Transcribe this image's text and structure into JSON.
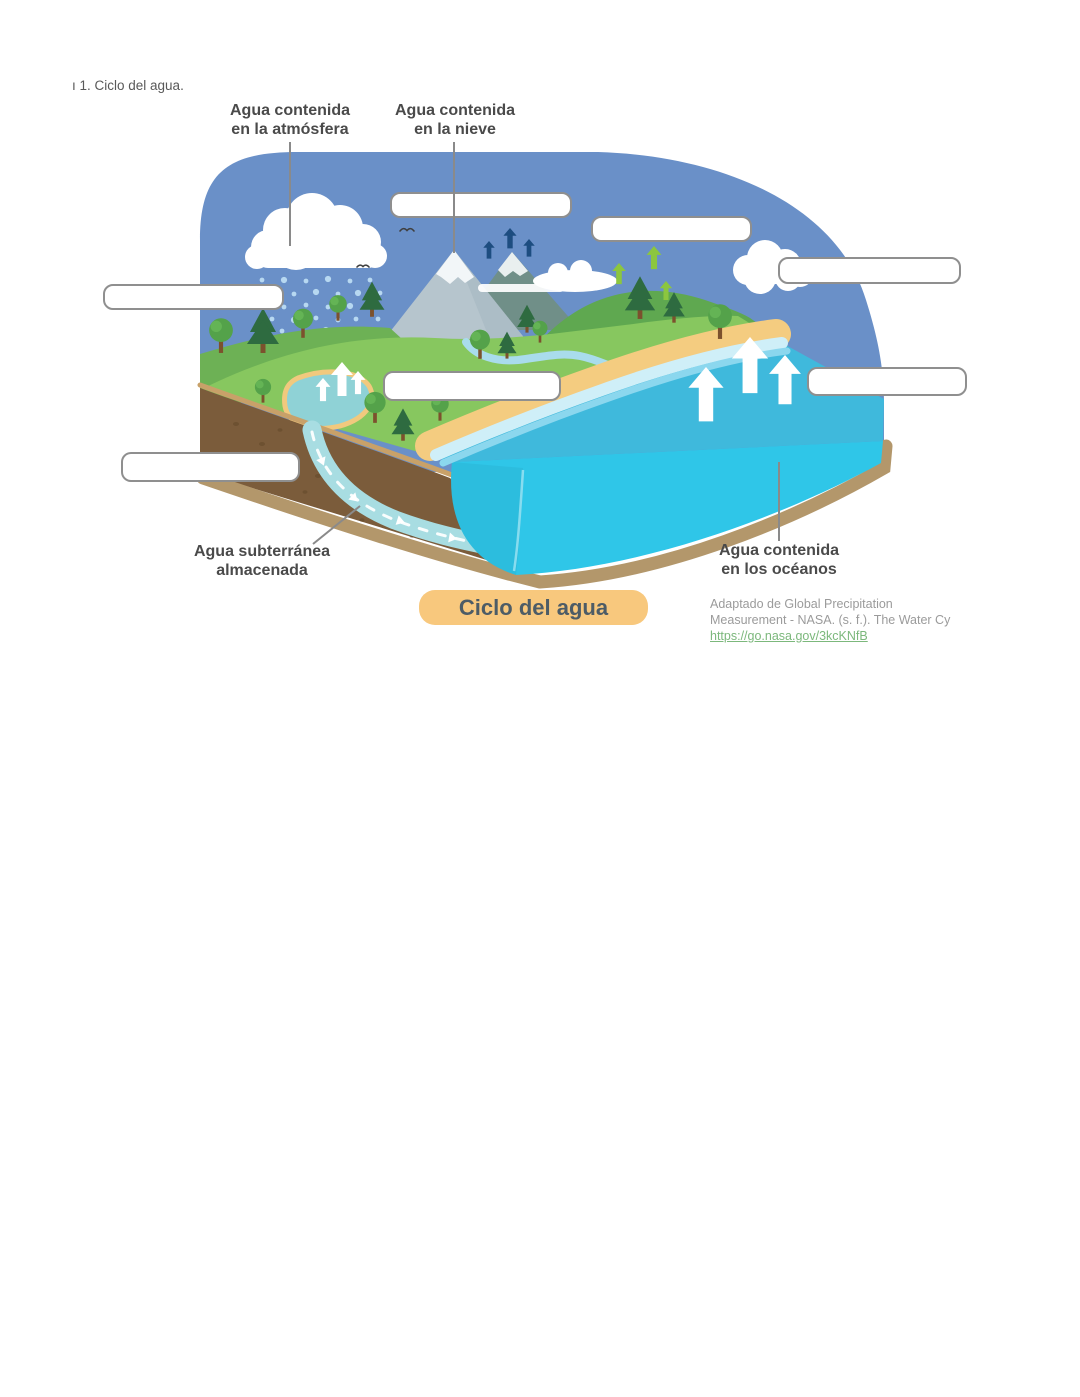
{
  "page": {
    "caption": "ı 1. Ciclo del agua."
  },
  "diagram": {
    "title_badge": "Ciclo del agua",
    "labels": {
      "atmosphere": {
        "line1": "Agua contenida",
        "line2": "en la atmósfera"
      },
      "snow": {
        "line1": "Agua contenida",
        "line2": "en la nieve"
      },
      "groundwater": {
        "line1": "Agua subterránea",
        "line2": "almacenada"
      },
      "oceans": {
        "line1": "Agua contenida",
        "line2": "en los océanos"
      }
    },
    "blanks": [
      {
        "id": 1,
        "value": ""
      },
      {
        "id": 2,
        "value": ""
      },
      {
        "id": 3,
        "value": ""
      },
      {
        "id": 4,
        "value": ""
      },
      {
        "id": 5,
        "value": ""
      },
      {
        "id": 6,
        "value": ""
      },
      {
        "id": 7,
        "value": ""
      }
    ]
  },
  "attribution": {
    "line1": "Adaptado de Global Precipitation",
    "line2": "Measurement - NASA. (s. f.). The Water Cy",
    "link": "https://go.nasa.gov/3kcKNfB"
  },
  "palette": {
    "sky": "#6a90c8",
    "cloud": "#ffffff",
    "rain": "#b7d8f1",
    "mtn": "#b6c5cd",
    "mtnBack": "#708f88",
    "snow": "#f2f6f8",
    "hillBack": "#5fa850",
    "hillLeft": "#6db155",
    "land": "#87c75f",
    "beach": "#f4cc80",
    "wave1": "#cfeff8",
    "wave2": "#8bd7ee",
    "oceanTop": "#3fb9dc",
    "oceanFront": "#2fc6e8",
    "seafloor": "#b3976b",
    "soil": "#7b5c3b",
    "groundwater": "#a8dde2",
    "lake": "#8fd2d6",
    "lakeRim": "#f1c97e",
    "river": "#a9dcec",
    "pine": "#2e6b40",
    "treeRound": "#54a24a",
    "trunk": "#7c512d",
    "arrowNavy": "#1d4d80",
    "arrowGreen": "#8cc63f",
    "arrowWhite": "#ffffff",
    "labelText": "#4a4a4a",
    "connector": "#8a8a8a",
    "blankBorder": "#8f8f8f",
    "badgeBg": "#f8c87d",
    "badgeText": "#4d5c66",
    "attrText": "#9b9b9b",
    "linkGreen": "#7cb87c"
  }
}
